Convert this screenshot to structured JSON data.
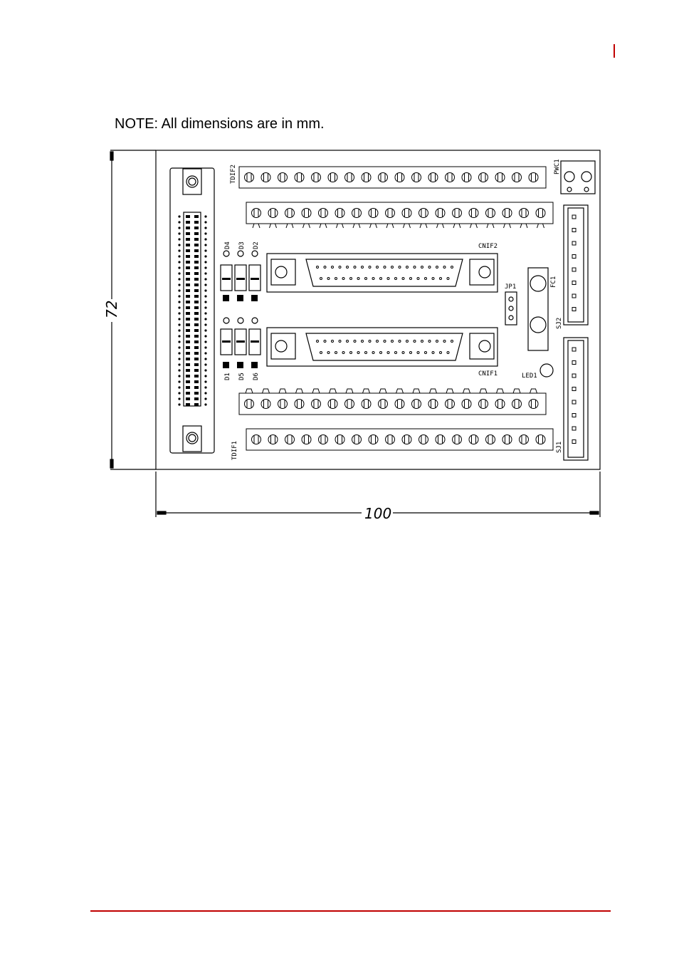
{
  "note": "NOTE: All dimensions are in mm.",
  "colors": {
    "accent": "#c00000",
    "line": "#000000"
  },
  "drawing": {
    "width_dimension": "100",
    "height_dimension": "72",
    "labels": {
      "cnif2_top": "CNIF2",
      "cnif1_bottom": "CNIF1",
      "tdif2": "TDIF2",
      "tdif1": "TDIF1",
      "pwc1": "PWC1",
      "jp1": "JP1",
      "fc1": "FC1",
      "led1": "LED1",
      "sj2": "SJ2",
      "sj1": "SJ1",
      "d4": "D4",
      "d3": "D3",
      "d2": "D2",
      "d1": "D1",
      "d5": "D5",
      "d6": "D6"
    }
  }
}
